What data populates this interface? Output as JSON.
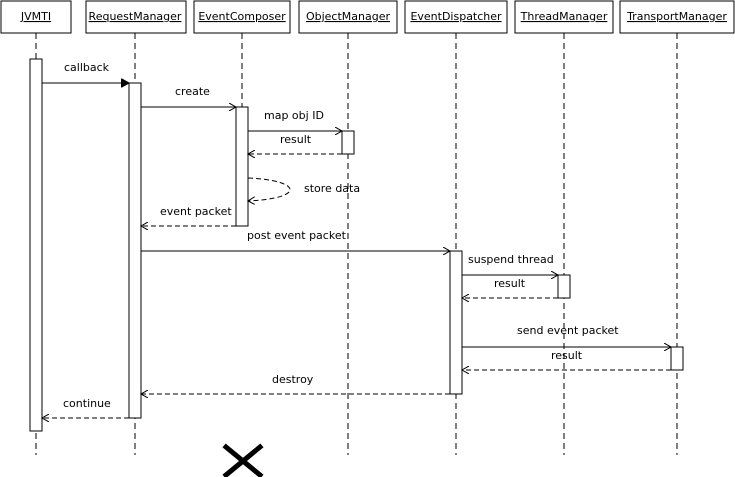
{
  "participants": [
    {
      "id": "jvmti",
      "label": "JVMTI"
    },
    {
      "id": "request-manager",
      "label": "RequestManager"
    },
    {
      "id": "event-composer",
      "label": "EventComposer"
    },
    {
      "id": "object-manager",
      "label": "ObjectManager"
    },
    {
      "id": "event-dispatcher",
      "label": "EventDispatcher"
    },
    {
      "id": "thread-manager",
      "label": "ThreadManager"
    },
    {
      "id": "transport-manager",
      "label": "TransportManager"
    }
  ],
  "messages": [
    {
      "id": "callback",
      "label": "callback",
      "from": "jvmti",
      "to": "request-manager",
      "kind": "call",
      "filled": true
    },
    {
      "id": "create",
      "label": "create",
      "from": "request-manager",
      "to": "event-composer",
      "kind": "call"
    },
    {
      "id": "map-obj-id",
      "label": "map obj ID",
      "from": "event-composer",
      "to": "object-manager",
      "kind": "call"
    },
    {
      "id": "result-1",
      "label": "result",
      "from": "object-manager",
      "to": "event-composer",
      "kind": "return"
    },
    {
      "id": "store-data",
      "label": "store data",
      "from": "event-composer",
      "to": "event-composer",
      "kind": "self-return"
    },
    {
      "id": "event-packet",
      "label": "event packet",
      "from": "event-composer",
      "to": "request-manager",
      "kind": "return"
    },
    {
      "id": "post-event-packet",
      "label": "post event packet",
      "from": "request-manager",
      "to": "event-dispatcher",
      "kind": "call"
    },
    {
      "id": "suspend-thread",
      "label": "suspend thread",
      "from": "event-dispatcher",
      "to": "thread-manager",
      "kind": "call"
    },
    {
      "id": "result-2",
      "label": "result",
      "from": "thread-manager",
      "to": "event-dispatcher",
      "kind": "return"
    },
    {
      "id": "send-event-packet",
      "label": "send event packet",
      "from": "event-dispatcher",
      "to": "transport-manager",
      "kind": "call"
    },
    {
      "id": "result-3",
      "label": "result",
      "from": "transport-manager",
      "to": "event-dispatcher",
      "kind": "return"
    },
    {
      "id": "destroy",
      "label": "destroy",
      "from": "event-dispatcher",
      "to": "request-manager",
      "kind": "return"
    },
    {
      "id": "continue",
      "label": "continue",
      "from": "request-manager",
      "to": "jvmti",
      "kind": "return"
    }
  ],
  "destroyed": "event-composer"
}
